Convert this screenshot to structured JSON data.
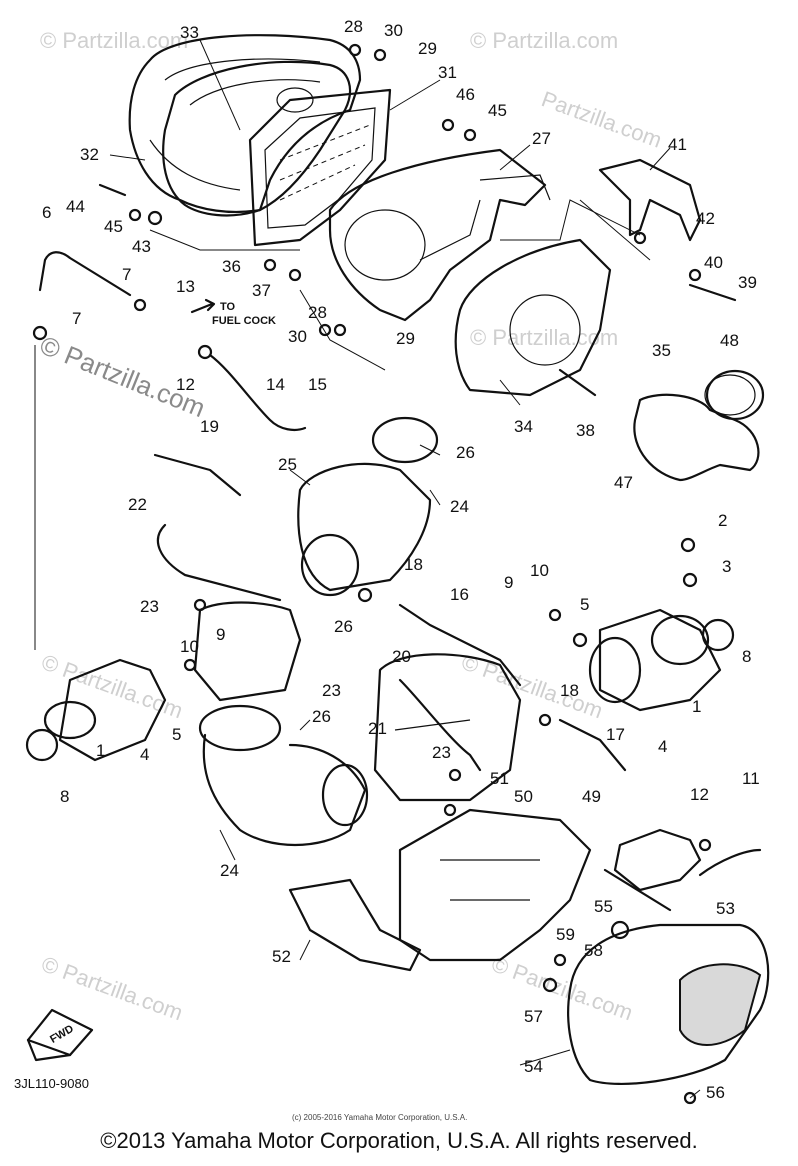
{
  "diagram": {
    "part_numbers": [
      "1",
      "1",
      "2",
      "3",
      "4",
      "4",
      "5",
      "5",
      "6",
      "7",
      "7",
      "8",
      "8",
      "9",
      "9",
      "10",
      "10",
      "11",
      "12",
      "12",
      "13",
      "14",
      "15",
      "16",
      "17",
      "18",
      "18",
      "19",
      "20",
      "21",
      "22",
      "23",
      "23",
      "23",
      "24",
      "24",
      "25",
      "26",
      "26",
      "26",
      "27",
      "28",
      "28",
      "29",
      "29",
      "30",
      "30",
      "31",
      "32",
      "33",
      "34",
      "35",
      "36",
      "37",
      "38",
      "39",
      "40",
      "41",
      "42",
      "43",
      "44",
      "45",
      "45",
      "46",
      "47",
      "48",
      "49",
      "50",
      "51",
      "52",
      "53",
      "54",
      "55",
      "56",
      "57",
      "58",
      "59"
    ],
    "annotation": "TO\nFUEL COCK",
    "annotation_lines": [
      "TO",
      "FUEL COCK"
    ],
    "direction_arrow": "FWD",
    "diagram_code": "3JL110-9080",
    "source_note": "(c) 2005-2016 Yamaha Motor Corporation, U.S.A.",
    "watermark": "Partzilla.com",
    "watermark_small": "© Partzilla.com"
  },
  "footer": {
    "copyright": "©2013 Yamaha Motor Corporation, U.S.A. All rights reserved."
  },
  "colors": {
    "ink": "#111111",
    "watermark": "#cfcfcf",
    "background": "#ffffff"
  }
}
